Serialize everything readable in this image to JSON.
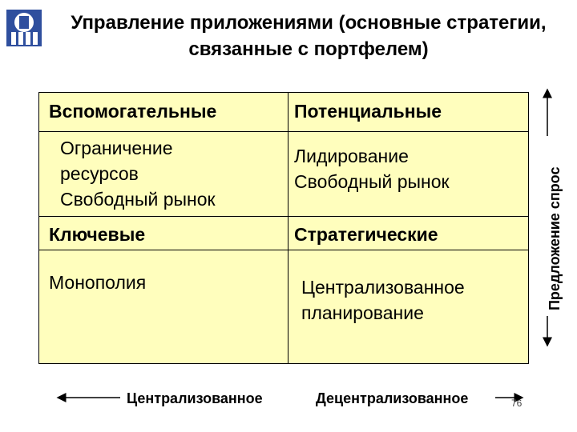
{
  "title": "Управление приложениями (основные стратегии, связанные с портфелем)",
  "matrix": {
    "top_left": {
      "header": "Вспомогательные",
      "lines": [
        "Ограничение",
        "ресурсов",
        "Свободный рынок"
      ]
    },
    "top_right": {
      "header": "Потенциальные",
      "lines": [
        "Лидирование",
        "Свободный рынок"
      ]
    },
    "bottom_left": {
      "header": "Ключевые",
      "lines": [
        "Монополия"
      ]
    },
    "bottom_right": {
      "header": "Стратегические",
      "lines": [
        "Централизованное",
        "планирование"
      ]
    }
  },
  "axes": {
    "vertical": "Предложение спрос",
    "horizontal_left": "Централизованное",
    "horizontal_right": "Децентрализованное"
  },
  "page_number": "76",
  "colors": {
    "matrix_bg": "#fffebd",
    "logo_blue": "#2f4f9e"
  }
}
